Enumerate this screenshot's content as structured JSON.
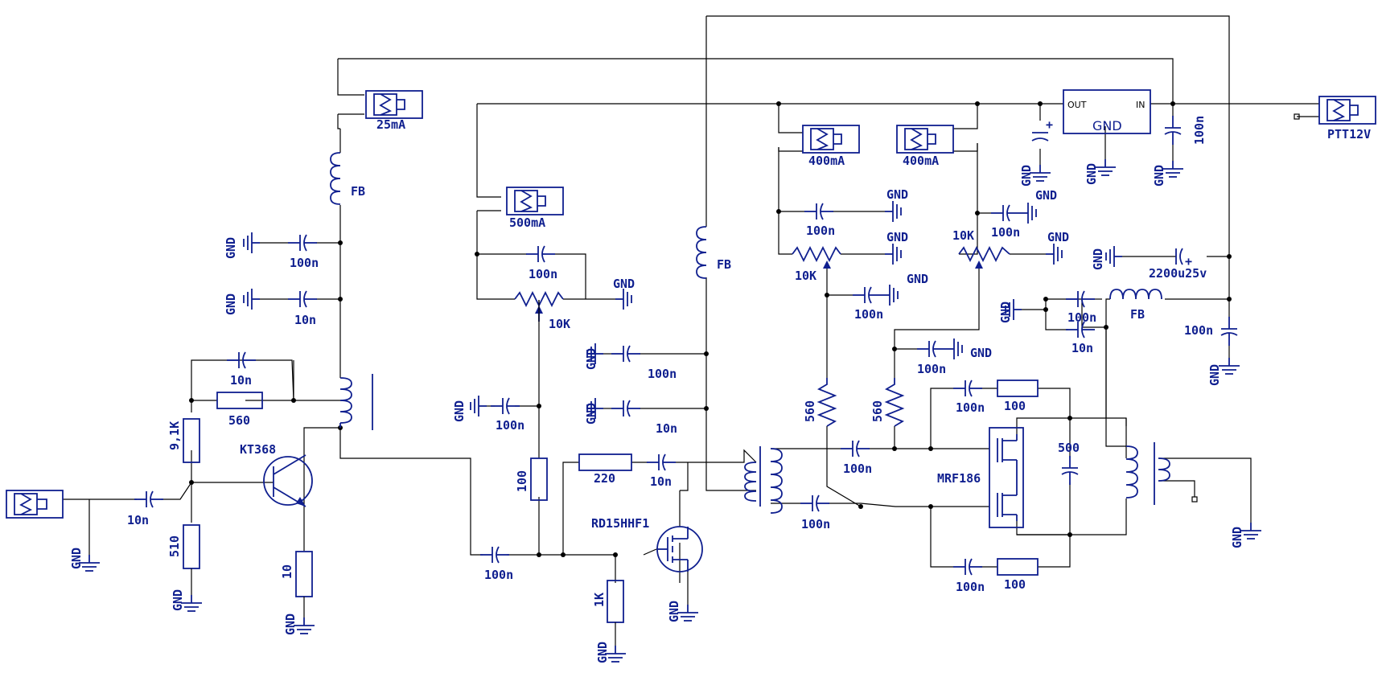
{
  "labels": {
    "gnd": "GND",
    "c100n": "100n",
    "c10n": "10n",
    "c2200": "2200u25v",
    "c500": "500",
    "fb": "FB",
    "r560": "560",
    "r9k1": "9,1K",
    "r510": "510",
    "r10": "10",
    "r100": "100",
    "r220": "220",
    "r1k": "1K",
    "pot10k": "10K",
    "q_kt368": "KT368",
    "q_rd15": "RD15HHF1",
    "q_mrf186": "MRF186",
    "m25": "25mA",
    "m500": "500mA",
    "m400": "400mA",
    "ptt": "PTT12V",
    "reg_out": "OUT",
    "reg_in": "IN",
    "reg_gnd": "GND",
    "plus": "+"
  },
  "colors": {
    "component": "#0f1f8f",
    "wire": "#000000",
    "background": "#ffffff"
  },
  "symbols": [
    "ground-icon",
    "capacitor-icon",
    "resistor-icon",
    "inductor-icon",
    "potentiometer-icon",
    "transformer-icon",
    "transistor-icon",
    "mosfet-icon",
    "relay-icon",
    "connector-icon",
    "regulator-icon"
  ]
}
